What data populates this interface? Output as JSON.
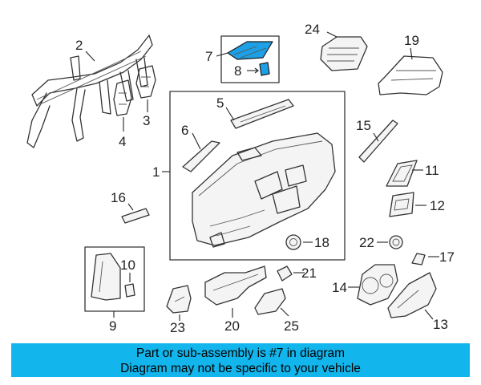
{
  "callouts": {
    "c1": "1",
    "c2": "2",
    "c3": "3",
    "c4": "4",
    "c5": "5",
    "c6": "6",
    "c7": "7",
    "c8": "8",
    "c9": "9",
    "c10": "10",
    "c11": "11",
    "c12": "12",
    "c13": "13",
    "c14": "14",
    "c15": "15",
    "c16": "16",
    "c17": "17",
    "c18": "18",
    "c19": "19",
    "c20": "20",
    "c21": "21",
    "c22": "22",
    "c23": "23",
    "c24": "24",
    "c25": "25"
  },
  "highlight_color": "#1ea0e6",
  "banner": {
    "line1": "Part or sub-assembly is #7 in diagram",
    "line2": "Diagram may not be specific to your vehicle",
    "background": "#12b5ec"
  }
}
